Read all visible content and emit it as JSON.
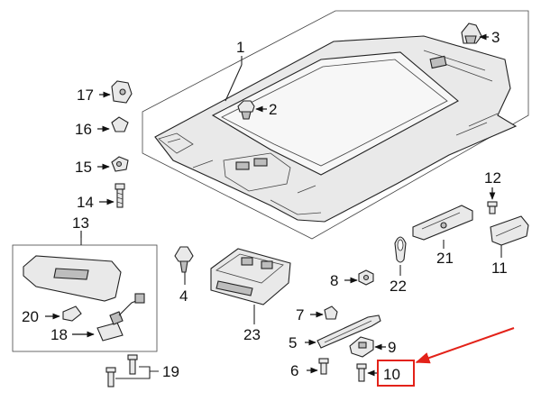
{
  "callouts": {
    "c1": "1",
    "c2": "2",
    "c3": "3",
    "c4": "4",
    "c5": "5",
    "c6": "6",
    "c7": "7",
    "c8": "8",
    "c9": "9",
    "c10": "10",
    "c11": "11",
    "c12": "12",
    "c13": "13",
    "c14": "14",
    "c15": "15",
    "c16": "16",
    "c17": "17",
    "c18": "18",
    "c19": "19",
    "c20": "20",
    "c21": "21",
    "c22": "22",
    "c23": "23"
  },
  "highlight": {
    "callout": "10",
    "color": "#e32219"
  }
}
